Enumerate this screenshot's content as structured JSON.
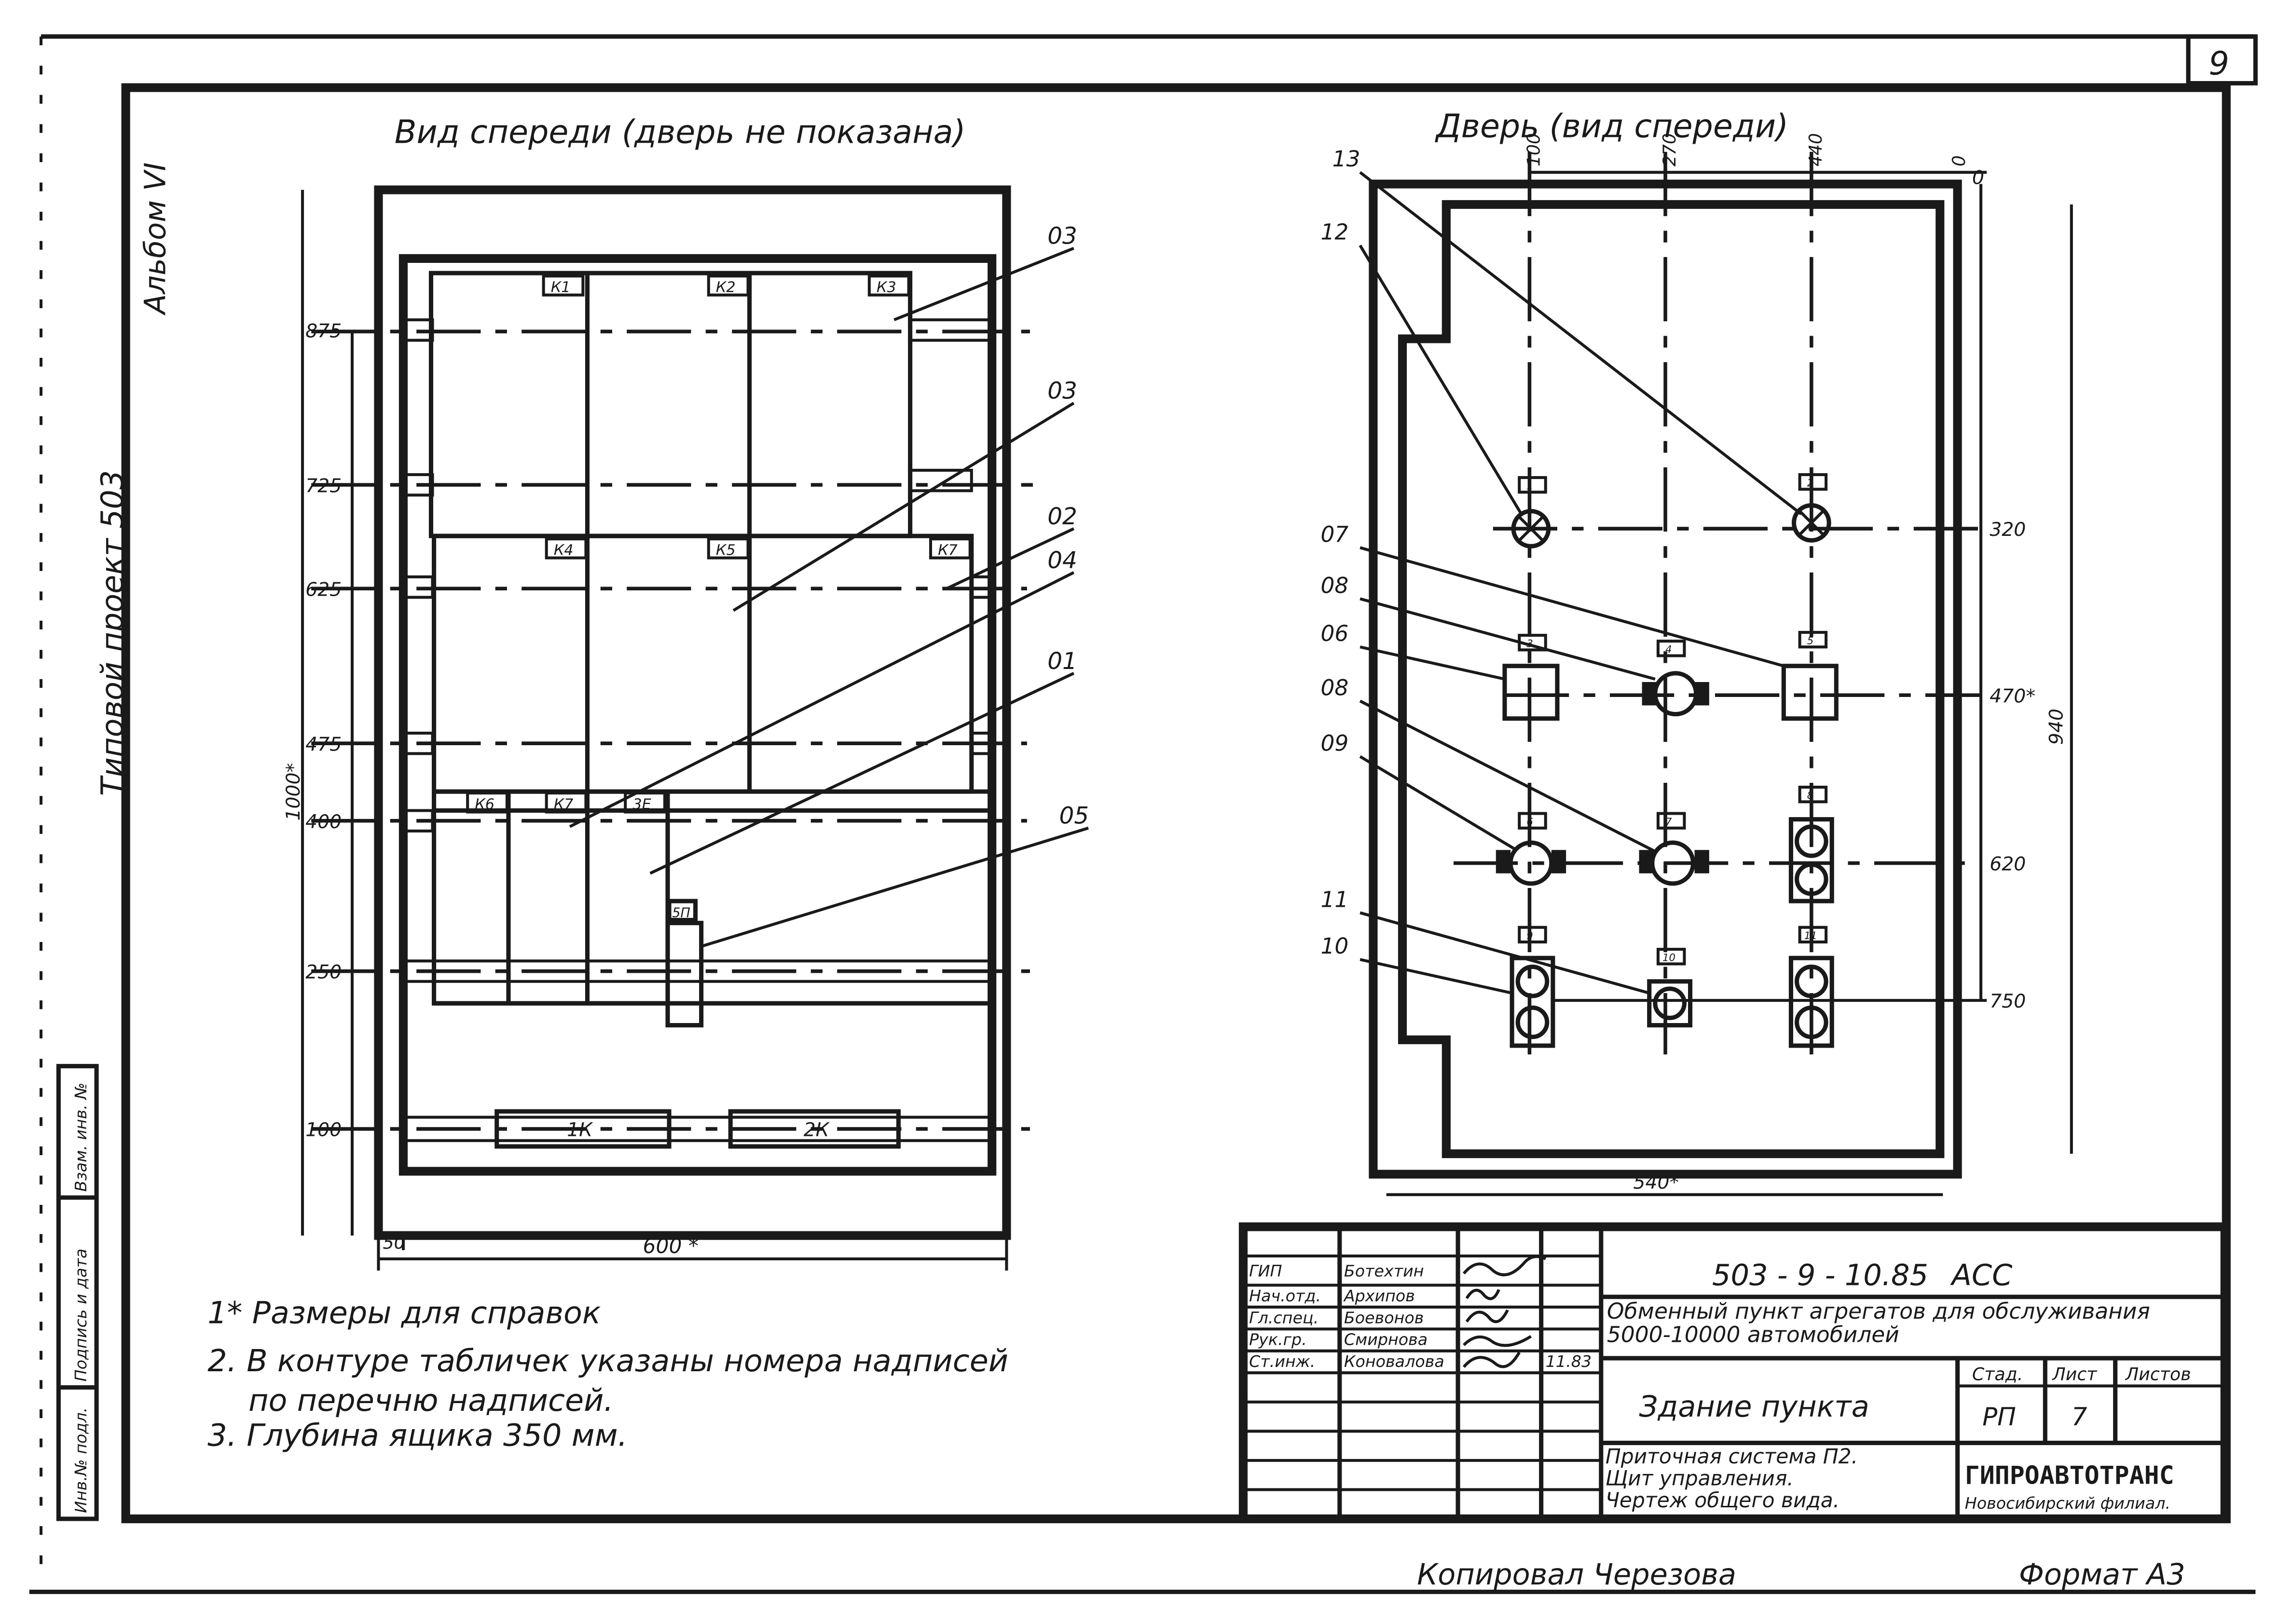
{
  "sheet": {
    "page_number": "9",
    "album": "Альбом VI",
    "project": "Типовой проект 503",
    "copied_by": "Копировал  Черезова",
    "format": "Формат А3"
  },
  "left_view": {
    "title": "Вид спереди (дверь не показана)",
    "panels": [
      "К1",
      "К2",
      "К3",
      "К4",
      "К5",
      "К7",
      "К6",
      "К7",
      "3Е",
      "5П"
    ],
    "rail_labels": [
      "1К",
      "2К"
    ],
    "leaders": [
      "03",
      "03",
      "02",
      "04",
      "01",
      "05"
    ],
    "dims_left": [
      "875",
      "725",
      "625",
      "475",
      "400",
      "250",
      "100"
    ],
    "dim_total_height": "1000*",
    "dim_bottom_small": "50",
    "dim_bottom_width": "600 *"
  },
  "right_view": {
    "title": "Дверь (вид спереди)",
    "top_dims": [
      "100",
      "270",
      "440",
      "0"
    ],
    "right_dims": [
      "0",
      "320",
      "470*",
      "620",
      "750"
    ],
    "dim_height": "940",
    "dim_width": "540*",
    "leaders": [
      "13",
      "12",
      "07",
      "08",
      "06",
      "08",
      "09",
      "11",
      "10"
    ],
    "tags": [
      "1",
      "2",
      "3",
      "4",
      "5",
      "6",
      "7",
      "8",
      "9",
      "10",
      "11"
    ]
  },
  "notes": [
    "1* Размеры для справок",
    "2. В контуре табличек указаны номера надписей",
    "по перечню надписей.",
    "3. Глубина ящика 350 мм."
  ],
  "margin_stamp": [
    "Инв.№ подл.",
    "Подпись и дата",
    "Взам. инв. №"
  ],
  "title_block": {
    "doc_code": "503 - 9 - 10.85",
    "doc_mark": "АСС",
    "object": "Обменный пункт агрегатов для обслуживания 5000-10000 автомобилей",
    "building": "Здание пункта",
    "drawing_title": [
      "Приточная система П2.",
      "Щит управления.",
      "Чертеж общего вида."
    ],
    "stage_header": "Стад.",
    "sheet_header": "Лист",
    "sheets_header": "Листов",
    "stage": "РП",
    "sheet_no": "7",
    "org": "ГИПРОАВТОТРАНС",
    "org_branch": "Новосибирский филиал.",
    "date": "11.83",
    "roles": [
      {
        "role": "ГИП",
        "name": "Ботехтин"
      },
      {
        "role": "Нач.отд.",
        "name": "Архипов"
      },
      {
        "role": "Гл.спец.",
        "name": "Боевонов"
      },
      {
        "role": "Рук.гр.",
        "name": "Смирнова"
      },
      {
        "role": "Ст.инж.",
        "name": "Коновалова"
      }
    ]
  }
}
